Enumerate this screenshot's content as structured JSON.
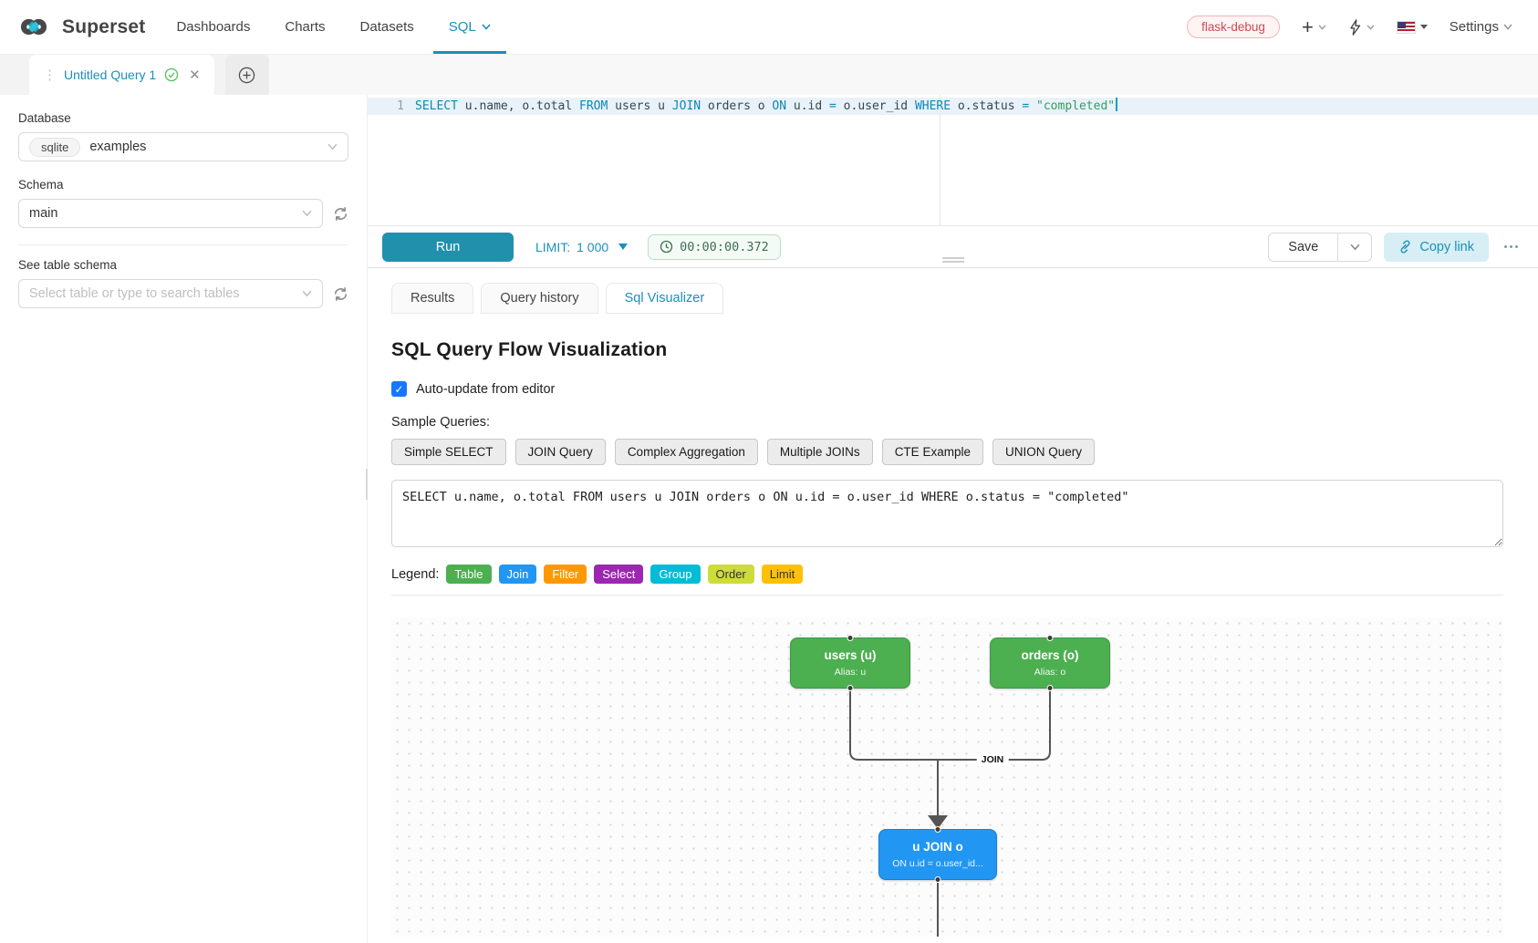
{
  "navbar": {
    "brand": "Superset",
    "items": [
      "Dashboards",
      "Charts",
      "Datasets"
    ],
    "sql_label": "SQL",
    "env_badge": "flask-debug",
    "settings_label": "Settings"
  },
  "tabs_bar": {
    "active_tab": "Untitled Query 1"
  },
  "sidebar": {
    "database_label": "Database",
    "database_type": "sqlite",
    "database_value": "examples",
    "schema_label": "Schema",
    "schema_value": "main",
    "table_label": "See table schema",
    "table_placeholder": "Select table or type to search tables"
  },
  "editor": {
    "line_number": "1",
    "tokens": [
      {
        "t": "kw",
        "v": "SELECT"
      },
      {
        "t": "pl",
        "v": " u.name, o.total "
      },
      {
        "t": "kw",
        "v": "FROM"
      },
      {
        "t": "pl",
        "v": " users u "
      },
      {
        "t": "kw",
        "v": "JOIN"
      },
      {
        "t": "pl",
        "v": " orders o "
      },
      {
        "t": "kw",
        "v": "ON"
      },
      {
        "t": "pl",
        "v": " u.id "
      },
      {
        "t": "op",
        "v": "="
      },
      {
        "t": "pl",
        "v": " o.user_id "
      },
      {
        "t": "kw",
        "v": "WHERE"
      },
      {
        "t": "pl",
        "v": " o.status "
      },
      {
        "t": "op",
        "v": "="
      },
      {
        "t": "pl",
        "v": " "
      },
      {
        "t": "str",
        "v": "\"completed\""
      }
    ]
  },
  "toolbar": {
    "run_label": "Run",
    "limit_label": "LIMIT:",
    "limit_value": "1 000",
    "timer": "00:00:00.372",
    "save_label": "Save",
    "copy_link_label": "Copy link"
  },
  "south_tabs": [
    {
      "label": "Results",
      "active": false
    },
    {
      "label": "Query history",
      "active": false
    },
    {
      "label": "Sql Visualizer",
      "active": true
    }
  ],
  "visualizer": {
    "title": "SQL Query Flow Visualization",
    "auto_update_label": "Auto-update from editor",
    "auto_update_checked": true,
    "sample_queries_label": "Sample Queries:",
    "sample_buttons": [
      "Simple SELECT",
      "JOIN Query",
      "Complex Aggregation",
      "Multiple JOINs",
      "CTE Example",
      "UNION Query"
    ],
    "query_text": "SELECT u.name, o.total FROM users u JOIN orders o ON u.id = o.user_id WHERE o.status = \"completed\"",
    "legend_label": "Legend:",
    "legend": [
      {
        "label": "Table",
        "color": "#4CAF50",
        "text": "#ffffff"
      },
      {
        "label": "Join",
        "color": "#2196F3",
        "text": "#ffffff"
      },
      {
        "label": "Filter",
        "color": "#FF9800",
        "text": "#ffffff"
      },
      {
        "label": "Select",
        "color": "#9C27B0",
        "text": "#ffffff"
      },
      {
        "label": "Group",
        "color": "#00BCD4",
        "text": "#ffffff"
      },
      {
        "label": "Order",
        "color": "#CDDC39",
        "text": "#333333"
      },
      {
        "label": "Limit",
        "color": "#FFC107",
        "text": "#333333"
      }
    ],
    "flow": {
      "nodes": [
        {
          "id": "users",
          "title": "users (u)",
          "subtitle": "Alias: u",
          "type": "table"
        },
        {
          "id": "orders",
          "title": "orders (o)",
          "subtitle": "Alias: o",
          "type": "table"
        },
        {
          "id": "join",
          "title": "u JOIN o",
          "subtitle": "ON u.id = o.user_id...",
          "type": "join"
        }
      ],
      "edge_label": "JOIN"
    }
  },
  "colors": {
    "accent": "#1a90b8",
    "run_button": "#2090ad",
    "env_badge_text": "#cf4b52",
    "node_table": "#4CAF50",
    "node_join": "#2196F3",
    "checkbox": "#1677ff"
  }
}
